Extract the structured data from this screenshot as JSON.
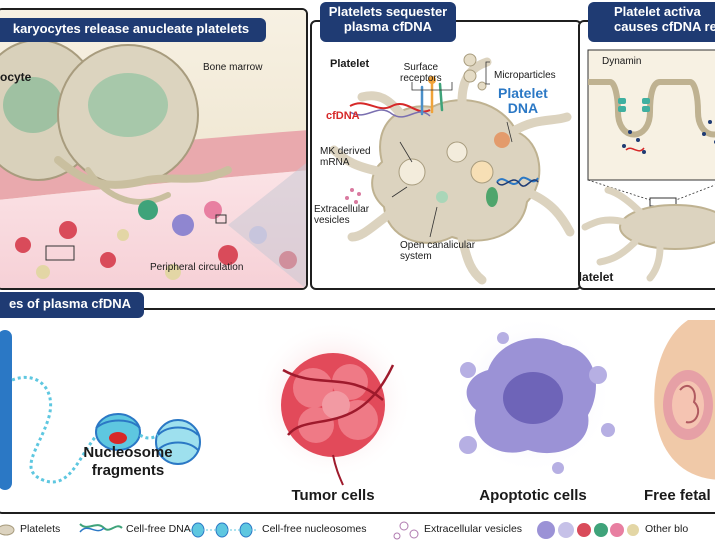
{
  "panel_a": {
    "title": "karyocytes release anucleate platelets",
    "cell_label": "ocyte",
    "bone_marrow": "Bone marrow",
    "peripheral": "Peripheral circulation"
  },
  "panel_b": {
    "title_line1": "Platelets sequester",
    "title_line2": "plasma cfDNA",
    "platelet": "Platelet",
    "surface_receptors_1": "Surface",
    "surface_receptors_2": "receptors",
    "microparticles": "Microparticles",
    "cfdna": "cfDNA",
    "platelet_dna_1": "Platelet",
    "platelet_dna_2": "DNA",
    "mk_1": "MK derived",
    "mk_2": "mRNA",
    "ev_1": "Extracellular",
    "ev_2": "vesicles",
    "ocs_1": "Open canalicular",
    "ocs_2": "system"
  },
  "panel_c": {
    "title_line1": "Platelet activa",
    "title_line2": "causes cfDNA re",
    "dynamin": "Dynamin",
    "activated": "Activated platelet"
  },
  "panel_d": {
    "title": "es of plasma cfDNA",
    "nucleosome_1": "Nucleosome",
    "nucleosome_2": "fragments",
    "tumor": "Tumor cells",
    "apoptotic": "Apoptotic cells",
    "fetal": "Free fetal"
  },
  "legend": {
    "platelets": "Platelets",
    "cfdna": "Cell-free DNA",
    "nucleosomes": "Cell-free nucleosomes",
    "ev": "Extracellular vesicles",
    "other": "Other blo"
  },
  "colors": {
    "title_bg": "#1f3b73",
    "cfdna_red": "#d62828",
    "dna_blue": "#2b78c5",
    "platelet_tan": "#dcd3bf",
    "tissue_pink": "#f3c6c9",
    "tumor_red": "#e24a5a",
    "apoptotic_purple": "#9b92d6",
    "nucleosome_teal": "#5ec7e0"
  }
}
